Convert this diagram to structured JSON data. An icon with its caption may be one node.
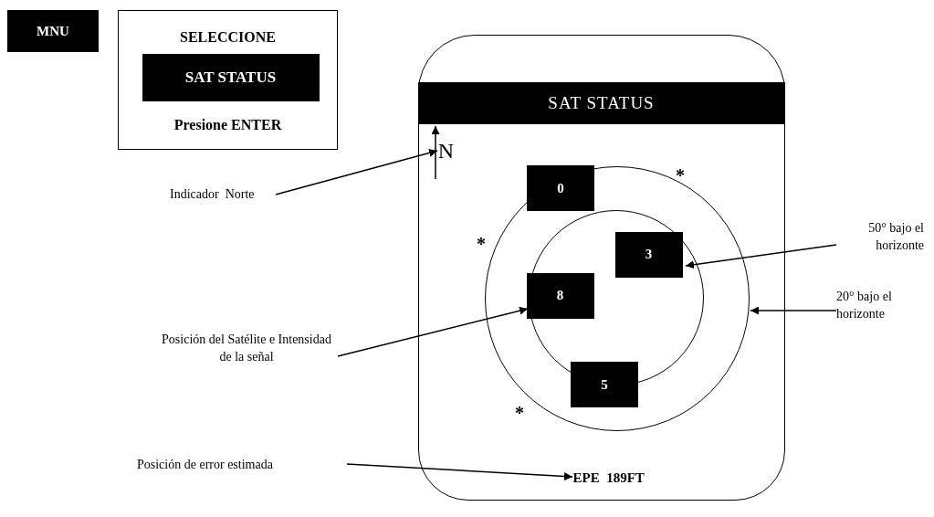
{
  "diagram": {
    "nodes": [
      {
        "text": [
          "MNU"
        ]
      },
      {
        "text": [
          "SELECCIONE",
          "Presione ENTER"
        ]
      },
      {
        "text": [
          "SAT STATUS"
        ],
        "in": 1
      },
      {
        "text": [],
        "shape": "box"
      },
      {
        "text": [
          "SAT STATUS"
        ],
        "in": 3
      },
      {
        "text": [
          "N"
        ],
        "in": 3
      },
      {
        "text": [],
        "shape": "circle",
        "in": 3
      },
      {
        "text": [],
        "shape": "circle",
        "in": 6
      },
      {
        "text": [
          "0"
        ],
        "in": 6
      },
      {
        "text": [
          "3"
        ],
        "in": 7
      },
      {
        "text": [
          "8"
        ],
        "in": 7
      },
      {
        "text": [
          "5"
        ],
        "in": 6
      },
      {
        "text": [
          "EPE  189FT"
        ],
        "in": 3
      },
      {
        "text": [
          "Indicador  Norte"
        ]
      },
      {
        "text": [
          "50° bajo el horizonte"
        ]
      },
      {
        "text": [
          "20° bajo el horizonte"
        ]
      },
      {
        "text": [
          "Posición del Satélite e Intensidad de la señal"
        ]
      },
      {
        "text": [
          "Posición de error estimada"
        ]
      }
    ],
    "edges": [
      {
        "from": 13,
        "to": 5,
        "arrow": "to"
      },
      {
        "from": 14,
        "to": 9,
        "arrow": "to"
      },
      {
        "from": 15,
        "to": 6,
        "arrow": "to"
      },
      {
        "from": 16,
        "to": 10,
        "arrow": "to"
      },
      {
        "from": 17,
        "to": 12,
        "arrow": "to"
      }
    ],
    "labels": [
      "*",
      "*",
      "*"
    ]
  }
}
